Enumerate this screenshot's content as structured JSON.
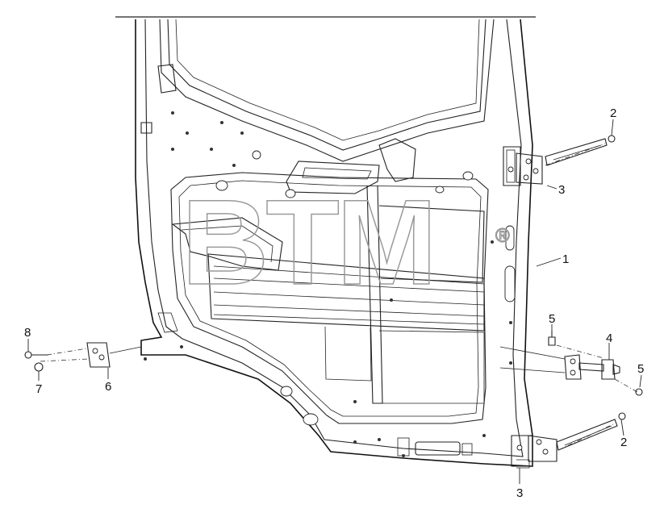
{
  "watermark": {
    "text": "BTM",
    "registered": "®"
  },
  "callouts": [
    {
      "id": "c1",
      "label": "1"
    },
    {
      "id": "c2a",
      "label": "2"
    },
    {
      "id": "c2b",
      "label": "2"
    },
    {
      "id": "c3a",
      "label": "3"
    },
    {
      "id": "c3b",
      "label": "3"
    },
    {
      "id": "c4",
      "label": "4"
    },
    {
      "id": "c5a",
      "label": "5"
    },
    {
      "id": "c5b",
      "label": "5"
    },
    {
      "id": "c6",
      "label": "6"
    },
    {
      "id": "c7",
      "label": "7"
    },
    {
      "id": "c8",
      "label": "8"
    }
  ]
}
